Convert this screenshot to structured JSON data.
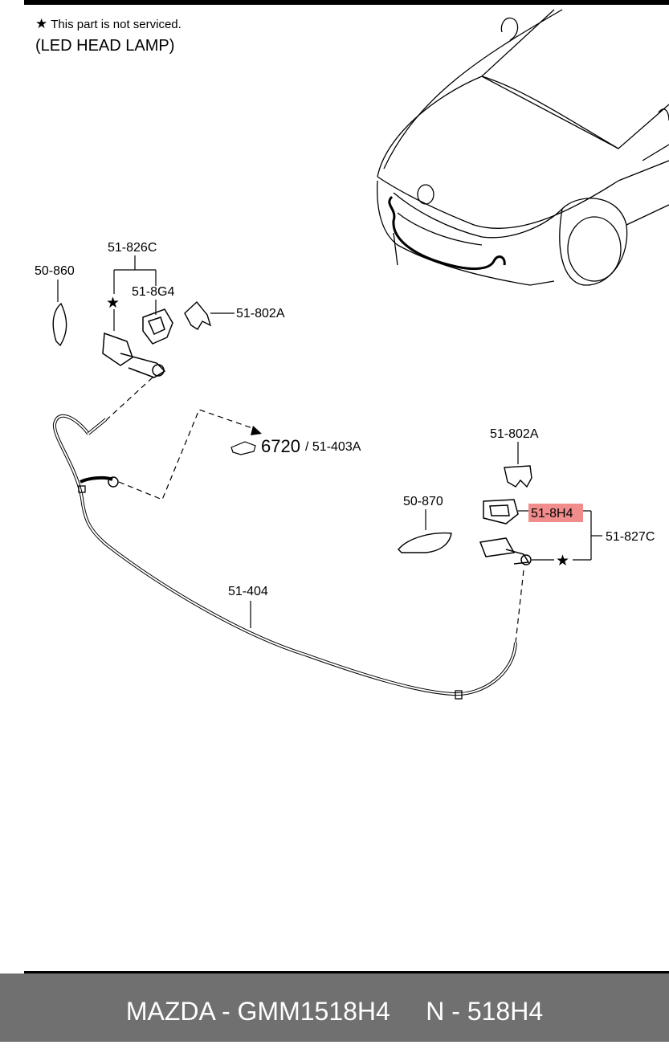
{
  "header": {
    "note_star": "★",
    "note": "This part is not serviced.",
    "subtitle": "(LED HEAD LAMP)"
  },
  "labels": {
    "l_50_860": "50-860",
    "l_51_826C": "51-826C",
    "l_51_8G4": "51-8G4",
    "l_51_802A_left": "51-802A",
    "l_6720": "6720",
    "l_51_403A": "/ 51-403A",
    "l_51_802A_right": "51-802A",
    "l_50_870": "50-870",
    "l_51_8H4": "51-8H4",
    "l_51_827C": "51-827C",
    "l_51_404": "51-404",
    "star": "★"
  },
  "highlight_color": "#f08c8c",
  "footer": {
    "text": "MAZDA - GMM1518H4     N - 518H4",
    "background": "#707070"
  }
}
